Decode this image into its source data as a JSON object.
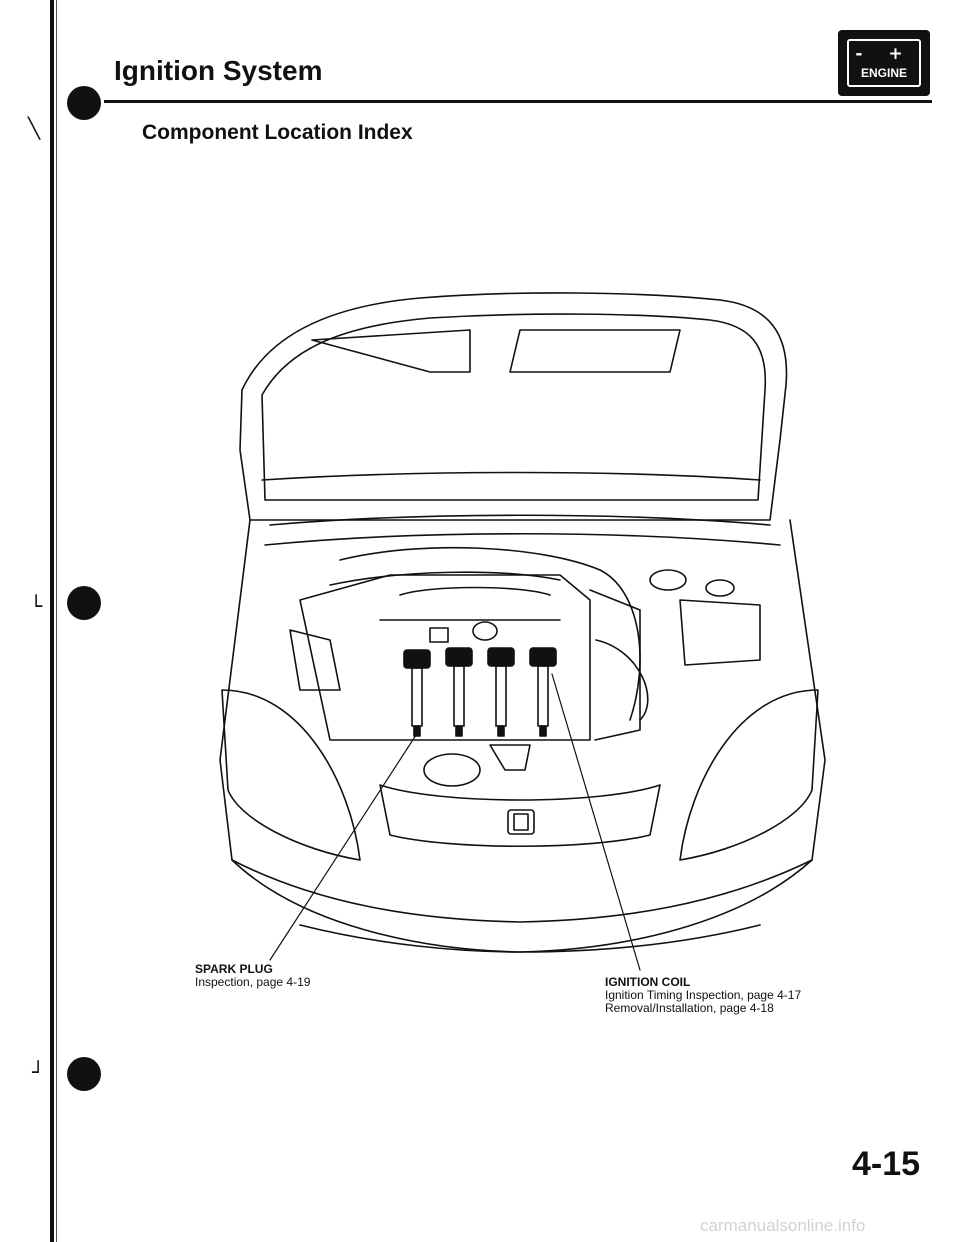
{
  "header": {
    "title": "Ignition System",
    "subtitle": "Component Location Index",
    "badge": {
      "terminals": "- +",
      "label": "ENGINE"
    }
  },
  "callouts": {
    "spark_plug": {
      "name": "SPARK PLUG",
      "references": [
        "Inspection, page 4-19"
      ]
    },
    "ignition_coil": {
      "name": "IGNITION COIL",
      "references": [
        "Ignition Timing Inspection, page 4-17",
        "Removal/Installation, page 4-18"
      ]
    }
  },
  "footer": {
    "page_number": "4-15",
    "watermark": "carmanualsonline.info"
  },
  "colors": {
    "ink": "#111111",
    "paper": "#ffffff",
    "watermark": "#d2d2d2"
  }
}
